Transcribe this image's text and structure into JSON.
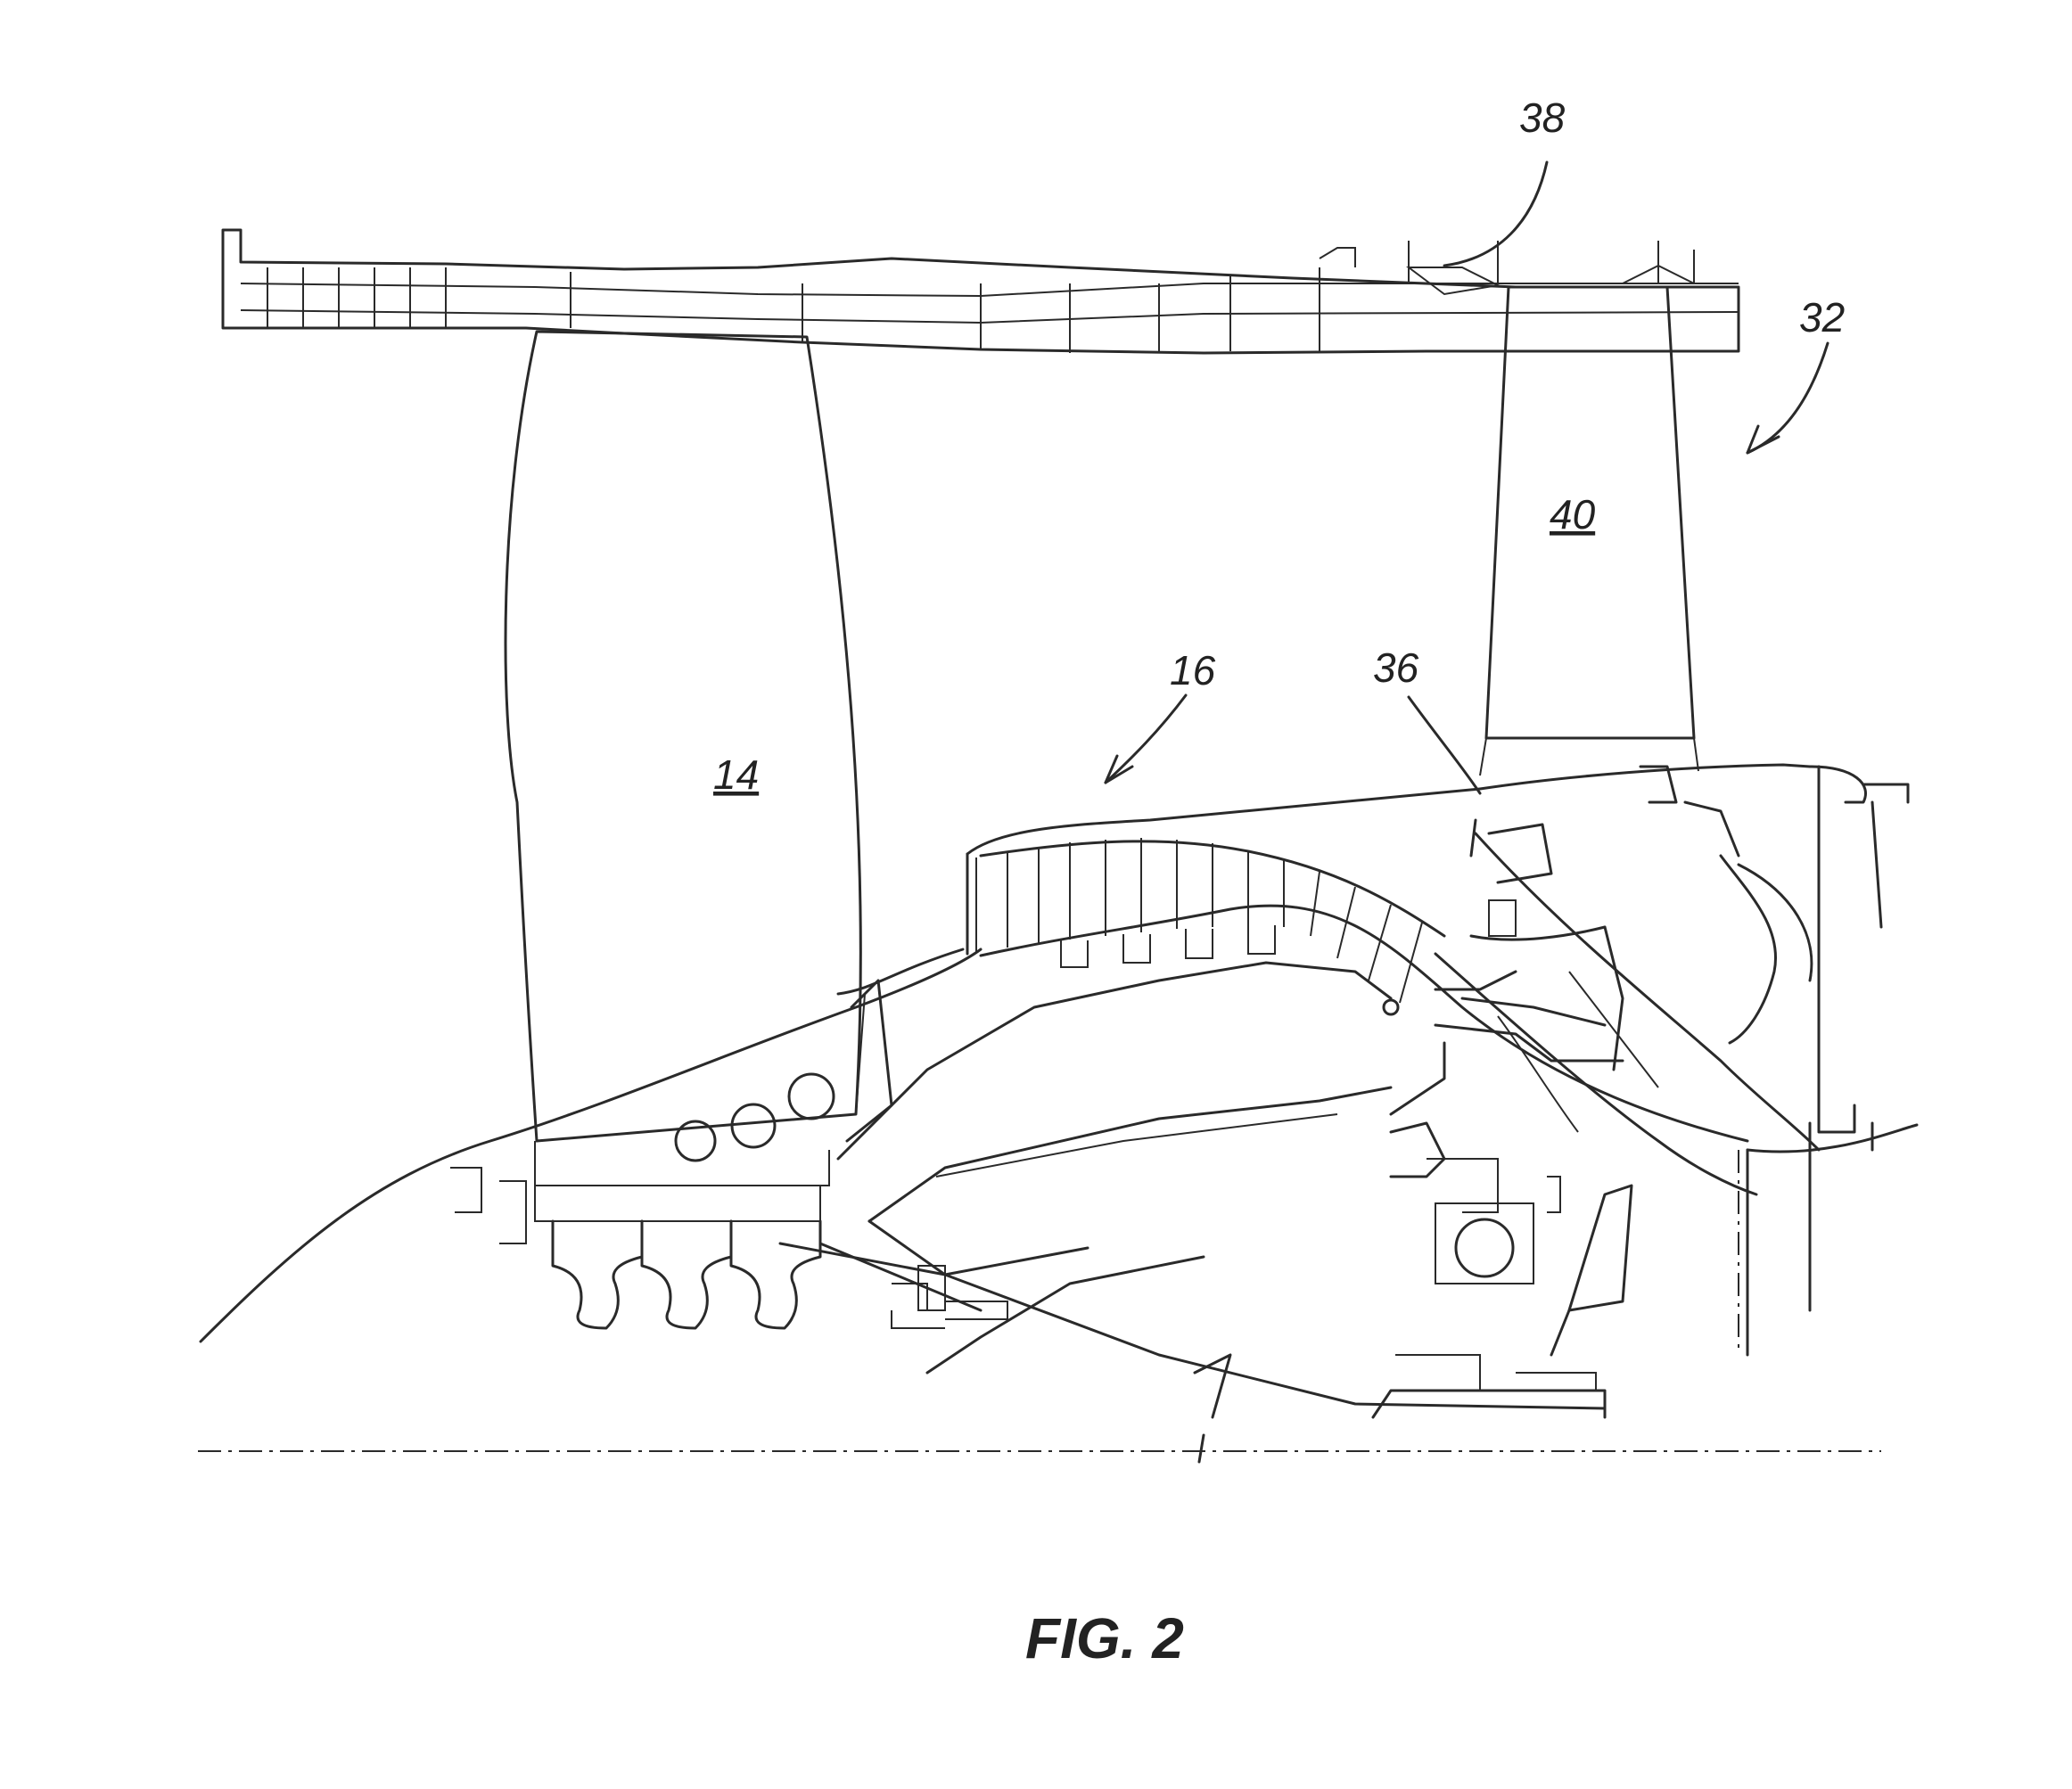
{
  "figure": {
    "caption": "FIG. 2",
    "labels": {
      "ref_38": "38",
      "ref_32": "32",
      "ref_40": "40",
      "ref_16": "16",
      "ref_36": "36",
      "ref_14": "14"
    }
  },
  "colors": {
    "line": "#2a2a2a",
    "background": "#ffffff"
  }
}
